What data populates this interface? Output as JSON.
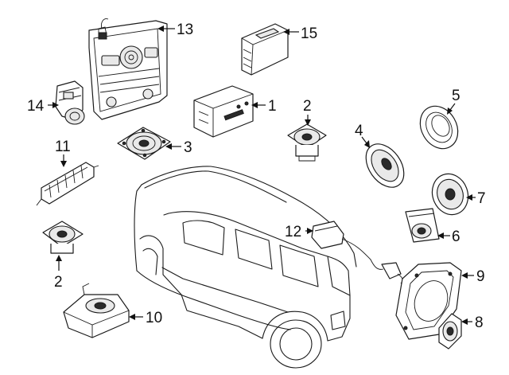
{
  "callouts": {
    "p1": "1",
    "p2a": "2",
    "p2b": "2",
    "p3": "3",
    "p4": "4",
    "p5": "5",
    "p6": "6",
    "p7": "7",
    "p8": "8",
    "p9": "9",
    "p10": "10",
    "p11": "11",
    "p12": "12",
    "p13": "13",
    "p14": "14",
    "p15": "15"
  }
}
